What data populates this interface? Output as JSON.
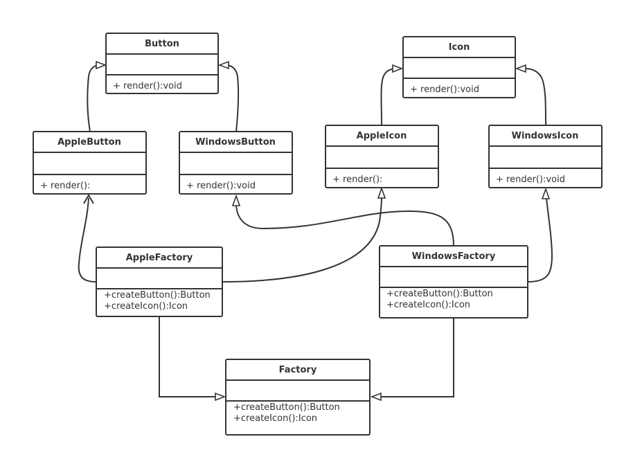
{
  "classes": {
    "button": {
      "name": "Button",
      "members": [
        "+ render():void"
      ]
    },
    "icon": {
      "name": "Icon",
      "members": [
        "+ render():void"
      ]
    },
    "apple_button": {
      "name": "AppleButton",
      "members": [
        "+ render():"
      ]
    },
    "windows_button": {
      "name": "WindowsButton",
      "members": [
        "+ render():void"
      ]
    },
    "apple_icon": {
      "name": "AppleIcon",
      "members": [
        "+ render():"
      ]
    },
    "windows_icon": {
      "name": "WindowsIcon",
      "members": [
        "+ render():void"
      ]
    },
    "apple_factory": {
      "name": "AppleFactory",
      "members": [
        "+createButton():Button",
        "+createIcon():Icon"
      ]
    },
    "windows_factory": {
      "name": "WindowsFactory",
      "members": [
        "+createButton():Button",
        "+createIcon():Icon"
      ]
    },
    "factory": {
      "name": "Factory",
      "members": [
        "+createButton():Button",
        "+createIcon():Icon"
      ]
    }
  },
  "colors": {
    "line": "#333333",
    "background": "#ffffff"
  }
}
